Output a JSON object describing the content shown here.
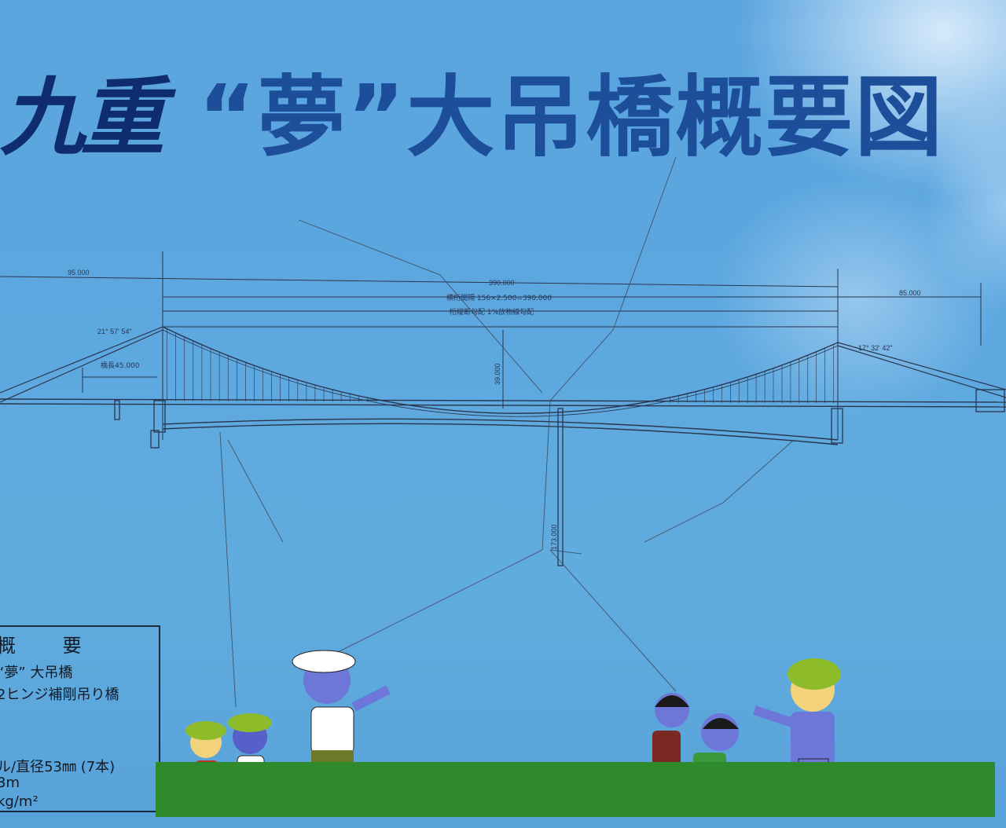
{
  "sign": {
    "logo_text": "九重",
    "title_text": "“夢”大吊橋概要図"
  },
  "diagram": {
    "dims": {
      "left_span": "95.000",
      "main_span": "390.000",
      "right_span": "85.000",
      "cross_beam_spacing": "横桁間隔  156×2.500=390.000",
      "longitudinal_slope": "桁縦断勾配  1%放物線勾配",
      "left_angle": "21° 57' 54\"",
      "right_angle": "17° 32' 42\"",
      "bridge_length": "橋長45.000",
      "sag": "39.000",
      "height": "173.000"
    }
  },
  "overview": {
    "heading": "概  要",
    "name": "“夢” 大吊橋",
    "type": "⁡2ヒンジ補剛吊り橋",
    "cable": "ル/直径53㎜ (7本)",
    "line4": "3m",
    "line5": "kg/m²"
  },
  "colors": {
    "background": "#5da7e0",
    "title": "#1d4e9a",
    "logo": "#0f2d6e",
    "ground": "#2f8a2b",
    "line": "#2a3550"
  }
}
